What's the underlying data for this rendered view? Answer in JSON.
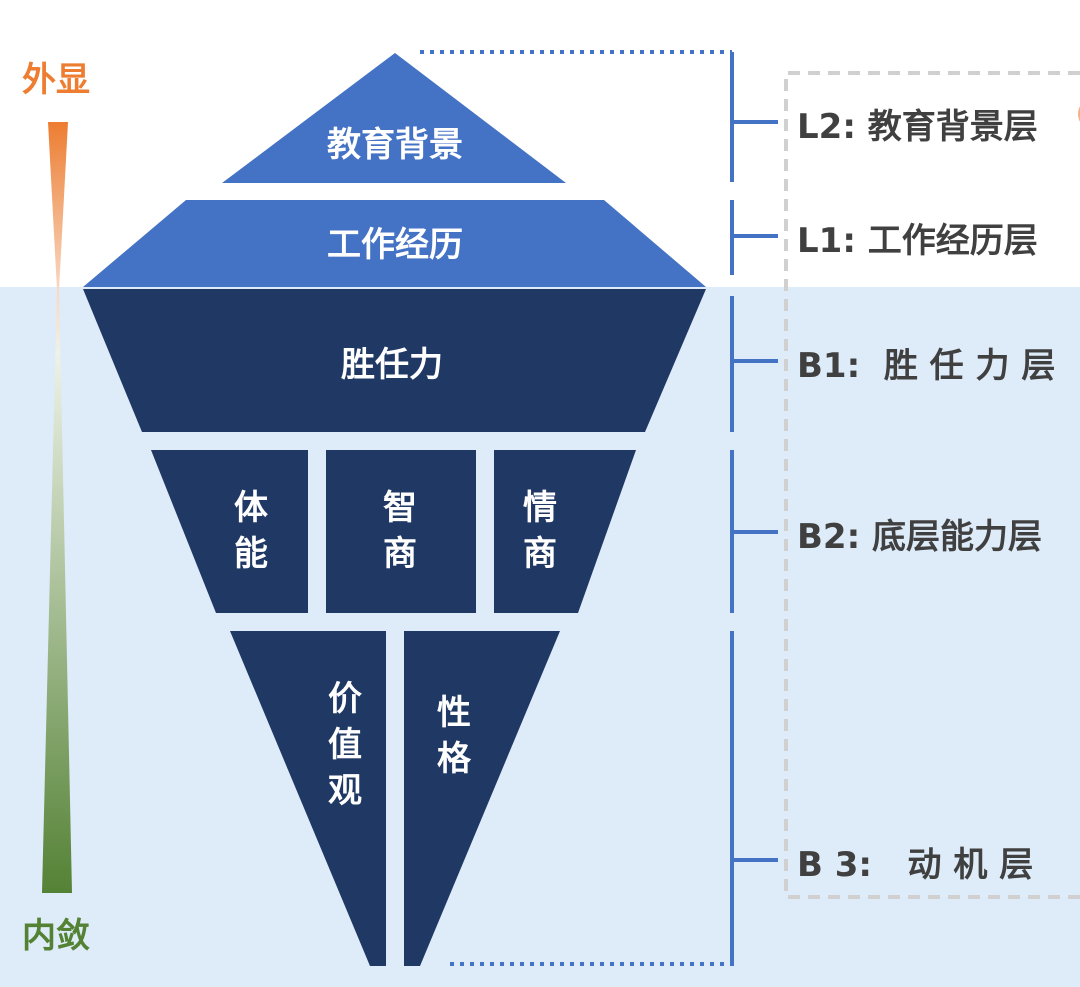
{
  "axis": {
    "top_label": "外显",
    "bottom_label": "内敛",
    "top_color": "#ed7d31",
    "bottom_color": "#548235"
  },
  "layers": {
    "education": "教育背景",
    "work": "工作经历",
    "competency": "胜任力",
    "physical": "体能",
    "iq": "智商",
    "eq": "情商",
    "values": "价值观",
    "personality": "性格"
  },
  "levels": [
    {
      "label": "L2: 教育背景层"
    },
    {
      "label": "L1: 工作经历层"
    },
    {
      "label": "B1:  胜 任 力 层"
    },
    {
      "label": "B2: 底层能力层"
    },
    {
      "label": "B 3:   动 机 层"
    }
  ],
  "colors": {
    "visible": "#4472c4",
    "hidden": "#203864",
    "water": "#deebf9",
    "bracket": "#4472c4"
  }
}
